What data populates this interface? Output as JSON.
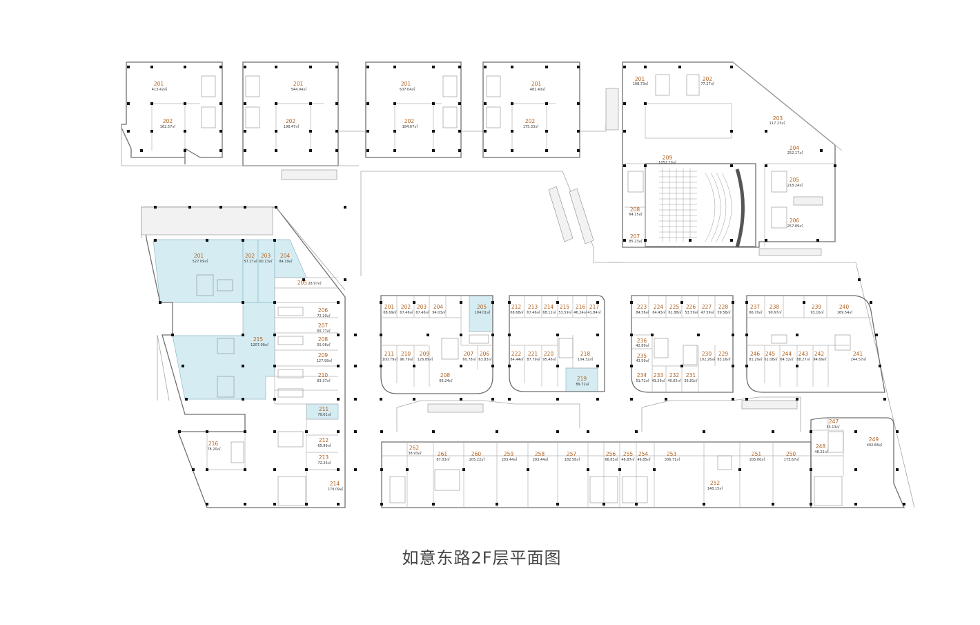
{
  "title": "如意东路2F层平面图",
  "colors": {
    "highlight": "#d5ecf3",
    "unit_number": "#b2621f",
    "wall": "#6f6f6f"
  },
  "units": [
    {
      "id": "n1_201",
      "number": "201",
      "area": "413.42㎡",
      "highlighted": false
    },
    {
      "id": "n1_202",
      "number": "202",
      "area": "162.57㎡",
      "highlighted": false
    },
    {
      "id": "n2_201",
      "number": "201",
      "area": "544.94㎡",
      "highlighted": false
    },
    {
      "id": "n2_202",
      "number": "202",
      "area": "198.47㎡",
      "highlighted": false
    },
    {
      "id": "n3_201",
      "number": "201",
      "area": "507.04㎡",
      "highlighted": false
    },
    {
      "id": "n3_202",
      "number": "202",
      "area": "184.67㎡",
      "highlighted": false
    },
    {
      "id": "n4_201",
      "number": "201",
      "area": "481.40㎡",
      "highlighted": false
    },
    {
      "id": "n4_202",
      "number": "202",
      "area": "175.33㎡",
      "highlighted": false
    },
    {
      "id": "ne_201",
      "number": "201",
      "area": "108.73㎡",
      "highlighted": false
    },
    {
      "id": "ne_202",
      "number": "202",
      "area": "77.27㎡",
      "highlighted": false
    },
    {
      "id": "ne_203",
      "number": "203",
      "area": "117.23㎡",
      "highlighted": false
    },
    {
      "id": "ne_204",
      "number": "204",
      "area": "252.17㎡",
      "highlighted": false
    },
    {
      "id": "ne_205",
      "number": "205",
      "area": "218.24㎡",
      "highlighted": false
    },
    {
      "id": "ne_206",
      "number": "206",
      "area": "257.89㎡",
      "highlighted": false
    },
    {
      "id": "ne_207",
      "number": "207",
      "area": "85.23㎡",
      "highlighted": false
    },
    {
      "id": "ne_208",
      "number": "208",
      "area": "64.15㎡",
      "highlighted": false
    },
    {
      "id": "ne_209",
      "number": "209",
      "area": "1052.20㎡",
      "highlighted": false
    },
    {
      "id": "w_201",
      "number": "201",
      "area": "527.09㎡",
      "highlighted": true
    },
    {
      "id": "w_202",
      "number": "202",
      "area": "57.27㎡",
      "highlighted": true
    },
    {
      "id": "w_203",
      "number": "203",
      "area": "60.13㎡",
      "highlighted": true
    },
    {
      "id": "w_204",
      "number": "204",
      "area": "84.19㎡",
      "highlighted": true
    },
    {
      "id": "w_205",
      "number": "205",
      "area": "28.97㎡",
      "highlighted": false
    },
    {
      "id": "w_206",
      "number": "206",
      "area": "72.20㎡",
      "highlighted": false
    },
    {
      "id": "w_207",
      "number": "207",
      "area": "65.77㎡",
      "highlighted": false
    },
    {
      "id": "w_208",
      "number": "208",
      "area": "55.06㎡",
      "highlighted": false
    },
    {
      "id": "w_209",
      "number": "209",
      "area": "127.99㎡",
      "highlighted": false
    },
    {
      "id": "w_210",
      "number": "210",
      "area": "83.37㎡",
      "highlighted": false
    },
    {
      "id": "w_211",
      "number": "211",
      "area": "79.01㎡",
      "highlighted": true
    },
    {
      "id": "w_212",
      "number": "212",
      "area": "65.96㎡",
      "highlighted": false
    },
    {
      "id": "w_213",
      "number": "213",
      "area": "72.26㎡",
      "highlighted": false
    },
    {
      "id": "w_214",
      "number": "214",
      "area": "179.09㎡",
      "highlighted": false
    },
    {
      "id": "w_215",
      "number": "215",
      "area": "1207.09㎡",
      "highlighted": true
    },
    {
      "id": "w_216",
      "number": "216",
      "area": "78.20㎡",
      "highlighted": false
    },
    {
      "id": "a_201",
      "number": "201",
      "area": "68.69㎡",
      "highlighted": false
    },
    {
      "id": "a_202",
      "number": "202",
      "area": "67.46㎡",
      "highlighted": false
    },
    {
      "id": "a_203",
      "number": "203",
      "area": "67.46㎡",
      "highlighted": false
    },
    {
      "id": "a_204",
      "number": "204",
      "area": "94.03㎡",
      "highlighted": false
    },
    {
      "id": "a_205",
      "number": "205",
      "area": "104.01㎡",
      "highlighted": true
    },
    {
      "id": "a_206",
      "number": "206",
      "area": "63.83㎡",
      "highlighted": false
    },
    {
      "id": "a_207",
      "number": "207",
      "area": "60.78㎡",
      "highlighted": false
    },
    {
      "id": "a_208",
      "number": "208",
      "area": "66.24㎡",
      "highlighted": false
    },
    {
      "id": "a_209",
      "number": "209",
      "area": "126.89㎡",
      "highlighted": false
    },
    {
      "id": "a_210",
      "number": "210",
      "area": "96.79㎡",
      "highlighted": false
    },
    {
      "id": "a_211",
      "number": "211",
      "area": "100.79㎡",
      "highlighted": false
    },
    {
      "id": "b_212",
      "number": "212",
      "area": "68.68㎡",
      "highlighted": false
    },
    {
      "id": "b_213",
      "number": "213",
      "area": "67.46㎡",
      "highlighted": false
    },
    {
      "id": "b_214",
      "number": "214",
      "area": "68.12㎡",
      "highlighted": false
    },
    {
      "id": "b_215",
      "number": "215",
      "area": "53.59㎡",
      "highlighted": false
    },
    {
      "id": "b_216",
      "number": "216",
      "area": "46.24㎡",
      "highlighted": false
    },
    {
      "id": "b_217",
      "number": "217",
      "area": "41.84㎡",
      "highlighted": false
    },
    {
      "id": "b_218",
      "number": "218",
      "area": "104.32㎡",
      "highlighted": false
    },
    {
      "id": "b_219",
      "number": "219",
      "area": "89.72㎡",
      "highlighted": true
    },
    {
      "id": "b_220",
      "number": "220",
      "area": "95.46㎡",
      "highlighted": false
    },
    {
      "id": "b_221",
      "number": "221",
      "area": "87.79㎡",
      "highlighted": false
    },
    {
      "id": "b_222",
      "number": "222",
      "area": "84.44㎡",
      "highlighted": false
    },
    {
      "id": "c_223",
      "number": "223",
      "area": "84.56㎡",
      "highlighted": false
    },
    {
      "id": "c_224",
      "number": "224",
      "area": "64.43㎡",
      "highlighted": false
    },
    {
      "id": "c_225",
      "number": "225",
      "area": "61.88㎡",
      "highlighted": false
    },
    {
      "id": "c_226",
      "number": "226",
      "area": "53.59㎡",
      "highlighted": false
    },
    {
      "id": "c_227",
      "number": "227",
      "area": "47.59㎡",
      "highlighted": false
    },
    {
      "id": "c_228",
      "number": "228",
      "area": "59.58㎡",
      "highlighted": false
    },
    {
      "id": "c_229",
      "number": "229",
      "area": "83.16㎡",
      "highlighted": false
    },
    {
      "id": "c_230",
      "number": "230",
      "area": "102.26㎡",
      "highlighted": false
    },
    {
      "id": "c_231",
      "number": "231",
      "area": "36.81㎡",
      "highlighted": false
    },
    {
      "id": "c_232",
      "number": "232",
      "area": "40.05㎡",
      "highlighted": false
    },
    {
      "id": "c_233",
      "number": "233",
      "area": "43.29㎡",
      "highlighted": false
    },
    {
      "id": "c_234",
      "number": "234",
      "area": "51.72㎡",
      "highlighted": false
    },
    {
      "id": "c_235",
      "number": "235",
      "area": "43.59㎡",
      "highlighted": false
    },
    {
      "id": "c_236",
      "number": "236",
      "area": "42.89㎡",
      "highlighted": false
    },
    {
      "id": "d_237",
      "number": "237",
      "area": "66.70㎡",
      "highlighted": false
    },
    {
      "id": "d_238",
      "number": "238",
      "area": "90.67㎡",
      "highlighted": false
    },
    {
      "id": "d_239",
      "number": "239",
      "area": "93.16㎡",
      "highlighted": false
    },
    {
      "id": "d_240",
      "number": "240",
      "area": "169.54㎡",
      "highlighted": false
    },
    {
      "id": "d_241",
      "number": "241",
      "area": "244.57㎡",
      "highlighted": false
    },
    {
      "id": "d_242",
      "number": "242",
      "area": "94.69㎡",
      "highlighted": false
    },
    {
      "id": "d_243",
      "number": "243",
      "area": "88.27㎡",
      "highlighted": false
    },
    {
      "id": "d_244",
      "number": "244",
      "area": "64.32㎡",
      "highlighted": false
    },
    {
      "id": "d_245",
      "number": "245",
      "area": "61.08㎡",
      "highlighted": false
    },
    {
      "id": "d_246",
      "number": "246",
      "area": "81.29㎡",
      "highlighted": false
    },
    {
      "id": "e_247",
      "number": "247",
      "area": "33.13㎡",
      "highlighted": false
    },
    {
      "id": "e_248",
      "number": "248",
      "area": "48.22㎡",
      "highlighted": false
    },
    {
      "id": "e_249",
      "number": "249",
      "area": "492.68㎡",
      "highlighted": false
    },
    {
      "id": "s_250",
      "number": "250",
      "area": "173.67㎡",
      "highlighted": false
    },
    {
      "id": "s_251",
      "number": "251",
      "area": "205.00㎡",
      "highlighted": false
    },
    {
      "id": "s_252",
      "number": "252",
      "area": "148.15㎡",
      "highlighted": false
    },
    {
      "id": "s_253",
      "number": "253",
      "area": "306.71㎡",
      "highlighted": false
    },
    {
      "id": "s_254",
      "number": "254",
      "area": "46.85㎡",
      "highlighted": false
    },
    {
      "id": "s_255",
      "number": "255",
      "area": "46.87㎡",
      "highlighted": false
    },
    {
      "id": "s_256",
      "number": "256",
      "area": "66.83㎡",
      "highlighted": false
    },
    {
      "id": "s_257",
      "number": "257",
      "area": "182.58㎡",
      "highlighted": false
    },
    {
      "id": "s_258",
      "number": "258",
      "area": "203.44㎡",
      "highlighted": false
    },
    {
      "id": "s_259",
      "number": "259",
      "area": "203.44㎡",
      "highlighted": false
    },
    {
      "id": "s_260",
      "number": "260",
      "area": "205.22㎡",
      "highlighted": false
    },
    {
      "id": "s_261",
      "number": "261",
      "area": "67.03㎡",
      "highlighted": false
    },
    {
      "id": "s_262",
      "number": "262",
      "area": "38.93㎡",
      "highlighted": false
    }
  ]
}
